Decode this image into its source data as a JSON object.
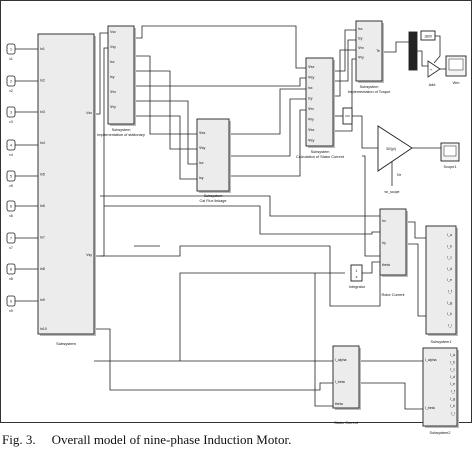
{
  "caption": {
    "label": "Fig. 3.",
    "text": "Overall model of nine-phase Induction Motor."
  },
  "inputs": [
    "In1",
    "In2",
    "In3",
    "In4",
    "In5",
    "In6",
    "In7",
    "In8",
    "In9"
  ],
  "input_labels": [
    "v1",
    "v2",
    "v3",
    "v4",
    "v5",
    "v6",
    "v7",
    "v8",
    "v9"
  ],
  "main_subsystem": {
    "label": "Subsystem",
    "in_ports": [
      "In1",
      "In2",
      "In3",
      "In4",
      "In5",
      "In6",
      "In7",
      "In8",
      "In9",
      "In10"
    ],
    "out_ports": [
      "Vsx",
      "Vsy"
    ]
  },
  "stationary_ref": {
    "label": "Subsystem\nImplementation of stationary",
    "ports": [
      "Vsx",
      "Vsy",
      "Isx",
      "Isy",
      "Ψrx",
      "Ψry"
    ]
  },
  "flux_linkage": {
    "label": "Subsystem\nCal Flux linkage",
    "ports": [
      "Ψsx",
      "Ψsy",
      "Isx",
      "Isy"
    ]
  },
  "stator_current_calc": {
    "label": "Subsystem\nCalculation of Stator Current",
    "ports": [
      "Ψsx",
      "Ψsy",
      "Isx",
      "Isy",
      "Ψrx",
      "Ψry",
      "Ψsx",
      "Ψsy"
    ]
  },
  "torque": {
    "label": "Subsystem\nImplementation of Torque",
    "ports": [
      "Isx",
      "Isy",
      "Ψrx",
      "Ψry",
      "Te",
      "Te"
    ]
  },
  "constant": {
    "value": "1800"
  },
  "add": {
    "label": "Add"
  },
  "scope_top": {
    "label": "Wm"
  },
  "gain": {
    "value": "30/(pi)",
    "label": "Nr"
  },
  "scope_mid": {
    "label": "Scope1"
  },
  "wr_label": "wr_scope",
  "integrator": {
    "label": "Integrator",
    "symbol": "1/s"
  },
  "rotor_current": {
    "label": "Rotor Current",
    "ports": [
      "Irx",
      "Iry",
      "theta"
    ]
  },
  "subsystem1": {
    "label": "Subsystem1",
    "ports": [
      "I_a",
      "I_b",
      "I_c",
      "I_d",
      "I_e",
      "I_f",
      "I_g",
      "I_h",
      "I_i"
    ]
  },
  "stator_current": {
    "label": "Stator Current",
    "ports": [
      "I_alpha",
      "I_beta",
      "theta"
    ]
  },
  "subsystem2": {
    "label": "Subsystem2",
    "ports": [
      "I_alpha",
      "I_beta",
      "I_a",
      "I_b",
      "I_c",
      "I_d",
      "I_e",
      "I_f",
      "I_g",
      "I_h",
      "I_i"
    ]
  }
}
